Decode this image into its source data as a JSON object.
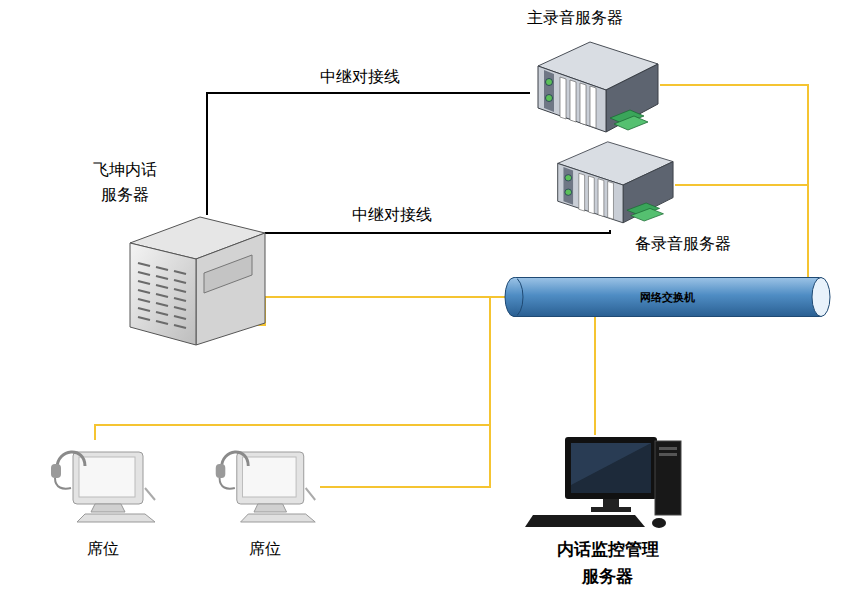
{
  "diagram": {
    "nodes": [
      {
        "text": [
          "飞坤内话 服务器"
        ]
      },
      {
        "text": [
          "主录音服务器"
        ]
      },
      {
        "text": [
          "备录音服务器"
        ]
      },
      {
        "text": [
          "网络交换机"
        ]
      },
      {
        "text": [
          "席位"
        ]
      },
      {
        "text": [
          "席位"
        ]
      },
      {
        "text": [
          "内话监控管理 服务器"
        ]
      }
    ],
    "edges": [
      {
        "from": 0,
        "to": 1,
        "arrow": "none",
        "label": "中继对接线"
      },
      {
        "from": 0,
        "to": 2,
        "arrow": "none",
        "label": "中继对接线"
      },
      {
        "from": 0,
        "to": 3,
        "arrow": "none"
      },
      {
        "from": 1,
        "to": 3,
        "arrow": "none"
      },
      {
        "from": 2,
        "to": 3,
        "arrow": "none"
      },
      {
        "from": 4,
        "to": 3,
        "arrow": "none"
      },
      {
        "from": 5,
        "to": 3,
        "arrow": "none"
      },
      {
        "from": 6,
        "to": 3,
        "arrow": "none"
      }
    ]
  }
}
